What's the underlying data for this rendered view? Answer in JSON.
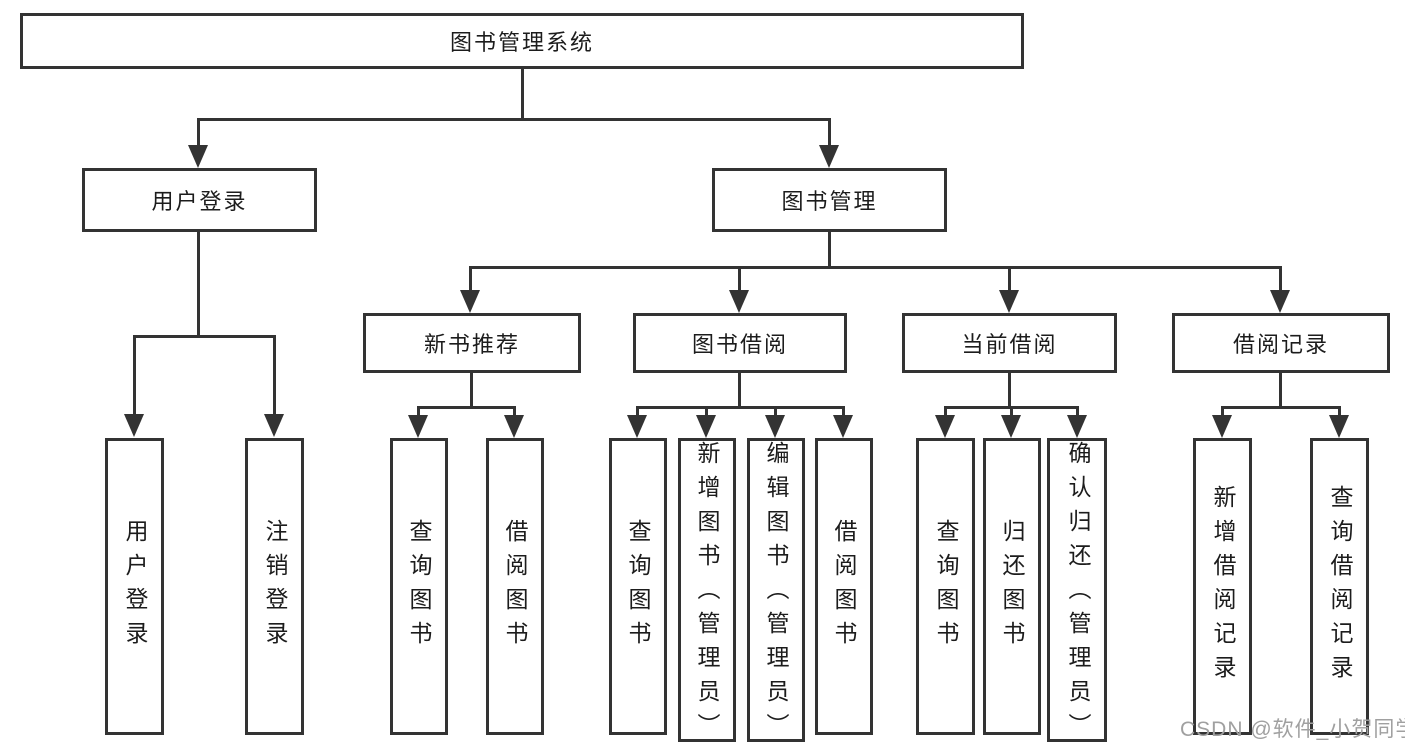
{
  "tree": {
    "label": "图书管理系统",
    "children": [
      {
        "label": "用户登录",
        "children": [
          {
            "label": "用户登录"
          },
          {
            "label": "注销登录"
          }
        ]
      },
      {
        "label": "图书管理",
        "children": [
          {
            "label": "新书推荐",
            "children": [
              {
                "label": "查询图书"
              },
              {
                "label": "借阅图书"
              }
            ]
          },
          {
            "label": "图书借阅",
            "children": [
              {
                "label": "查询图书"
              },
              {
                "label": "新增图书（管理员）"
              },
              {
                "label": "编辑图书（管理员）"
              },
              {
                "label": "借阅图书"
              }
            ]
          },
          {
            "label": "当前借阅",
            "children": [
              {
                "label": "查询图书"
              },
              {
                "label": "归还图书"
              },
              {
                "label": "确认归还（管理员）"
              }
            ]
          },
          {
            "label": "借阅记录",
            "children": [
              {
                "label": "新增借阅记录"
              },
              {
                "label": "查询借阅记录"
              }
            ]
          }
        ]
      }
    ]
  },
  "watermark": {
    "text": "CSDN @软件_小贺同学"
  },
  "colors": {
    "line": "#333333",
    "text": "#1c1c1c",
    "watermark": "#a0a0a0",
    "bg": "#ffffff"
  }
}
